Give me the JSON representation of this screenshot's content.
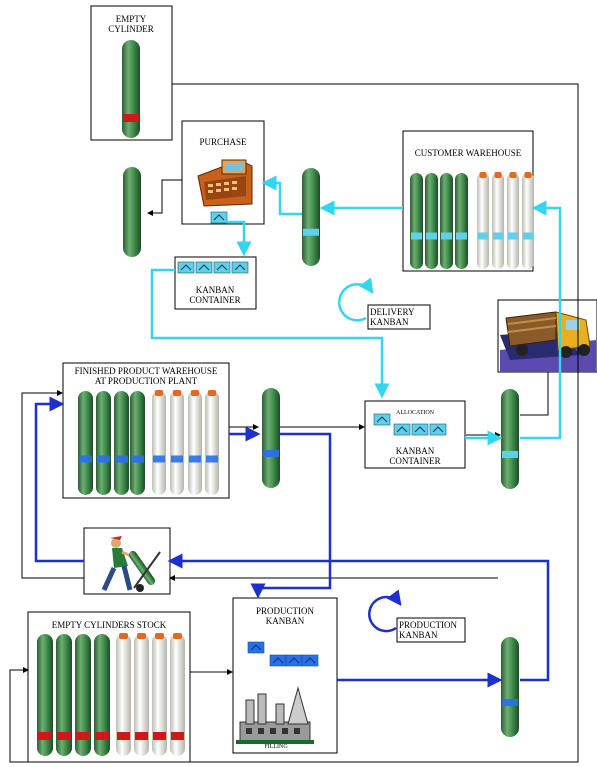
{
  "labels": {
    "empty_cylinder_1": "EMPTY",
    "empty_cylinder_2": "CYLINDER",
    "purchase": "PURCHASE",
    "customer_warehouse": "CUSTOMER WAREHOUSE",
    "kanban_container_top_1": "KANBAN",
    "kanban_container_top_2": "CONTAINER",
    "delivery_kanban_1": "DELIVERY",
    "delivery_kanban_2": "KANBAN",
    "finished_wh_1": "FINISHED PRODUCT WAREHOUSE",
    "finished_wh_2": "AT PRODUCTION PLANT",
    "allocation": "ALLOCATION",
    "kanban_container_mid_1": "KANBAN",
    "kanban_container_mid_2": "CONTAINER",
    "production_kanban_box_1": "PRODUCTION",
    "production_kanban_box_2": "KANBAN",
    "production_kanban_side_1": "PRODUCTION",
    "production_kanban_side_2": "KANBAN",
    "empty_stock": "EMPTY CYLINDERS STOCK",
    "filling": "FILLING"
  },
  "colors": {
    "cylinder_green": "#2e6b3a",
    "cylinder_white": "#e8e8e0",
    "cyan_flow": "#33d6f0",
    "blue_flow": "#1e2fd0",
    "black_flow": "#000000",
    "kanban_card_cyan": "#5fd0e8",
    "kanban_card_blue": "#2a6ef0",
    "red_tag": "#d01818",
    "cap_orange": "#e06a20"
  }
}
